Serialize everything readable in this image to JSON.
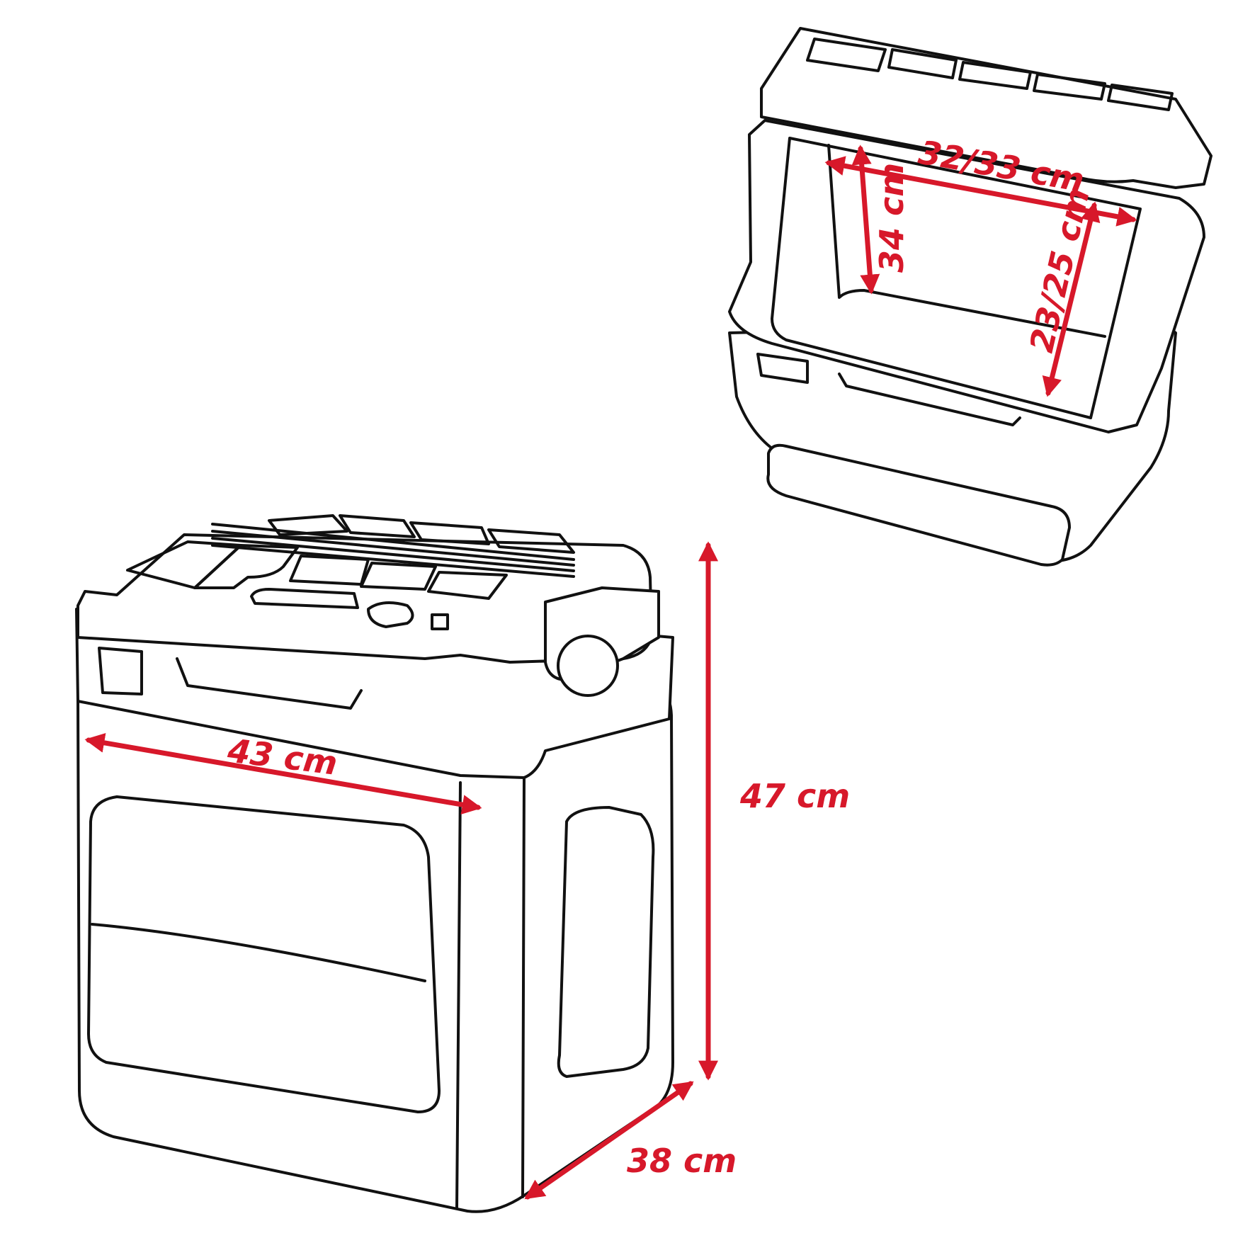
{
  "colors": {
    "accent": "#d7182a",
    "outline": "#111111",
    "background": "#ffffff"
  },
  "dimensions": {
    "width_outer": "43 cm",
    "depth_outer": "38 cm",
    "height_outer": "47 cm",
    "width_inner": "32/33 cm",
    "height_inner": "34 cm",
    "depth_inner": "23/25 cm"
  }
}
